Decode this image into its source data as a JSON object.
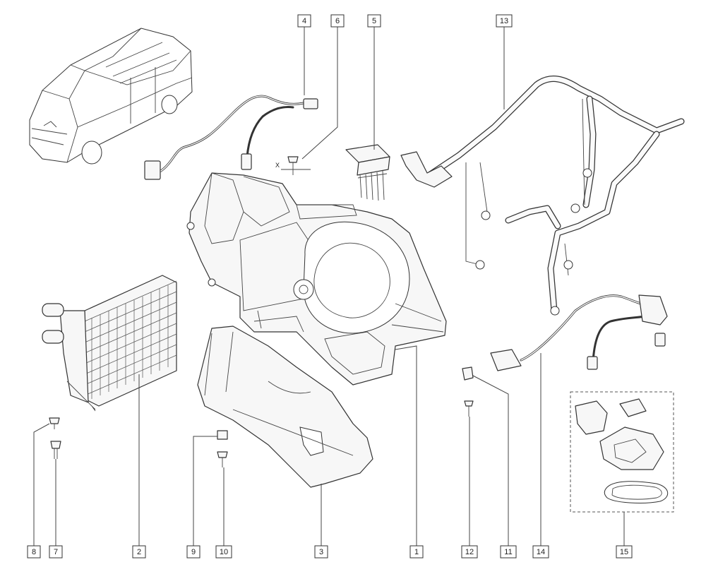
{
  "diagram": {
    "callouts": [
      {
        "id": "1",
        "label": "1"
      },
      {
        "id": "2",
        "label": "2"
      },
      {
        "id": "3",
        "label": "3"
      },
      {
        "id": "4",
        "label": "4"
      },
      {
        "id": "5",
        "label": "5"
      },
      {
        "id": "6",
        "label": "6"
      },
      {
        "id": "7",
        "label": "7"
      },
      {
        "id": "8",
        "label": "8"
      },
      {
        "id": "9",
        "label": "9"
      },
      {
        "id": "10",
        "label": "10"
      },
      {
        "id": "11",
        "label": "11"
      },
      {
        "id": "12",
        "label": "12"
      },
      {
        "id": "13",
        "label": "13"
      },
      {
        "id": "14",
        "label": "14"
      },
      {
        "id": "15",
        "label": "15"
      }
    ],
    "axis_label": "X"
  }
}
